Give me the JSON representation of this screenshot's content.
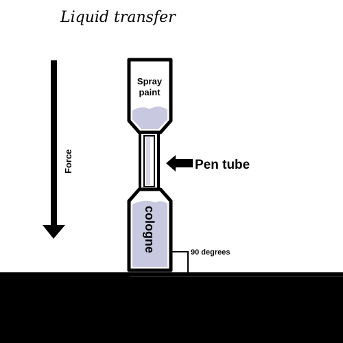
{
  "title": "Liquid transfer",
  "labels": {
    "force": "Force",
    "top_bottle_line1": "Spray",
    "top_bottle_line2": "paint",
    "bottom_bottle": "cologne",
    "pen_tube": "Pen tube",
    "angle": "90 degrees"
  },
  "colors": {
    "ink": "#000000",
    "liquid": "#c8c8e0",
    "bottle_fill": "#ffffff",
    "ground": "#000000"
  }
}
